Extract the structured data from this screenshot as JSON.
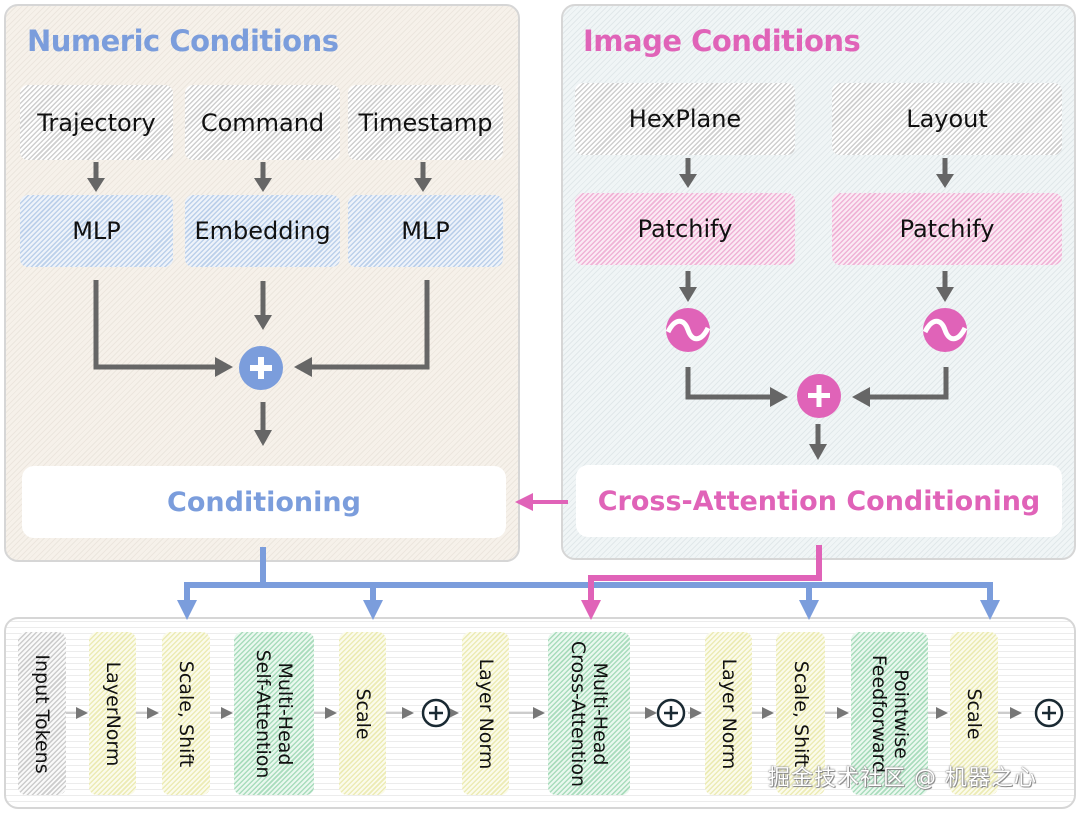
{
  "colors": {
    "numeric_accent": "#7b9ddc",
    "image_accent": "#e063b8",
    "arrow_gray": "#666666",
    "plus_dark": "#1a2a33"
  },
  "numeric_panel": {
    "title": "Numeric Conditions",
    "inputs": [
      {
        "label": "Trajectory",
        "encoder": "MLP"
      },
      {
        "label": "Command",
        "encoder": "Embedding"
      },
      {
        "label": "Timestamp",
        "encoder": "MLP"
      }
    ],
    "combine_icon": "plus-circle-icon",
    "output": "Conditioning"
  },
  "image_panel": {
    "title": "Image Conditions",
    "inputs": [
      {
        "label": "HexPlane",
        "encoder": "Patchify",
        "activation_icon": "wave-circle-icon"
      },
      {
        "label": "Layout",
        "encoder": "Patchify",
        "activation_icon": "wave-circle-icon"
      }
    ],
    "combine_icon": "plus-circle-icon",
    "output": "Cross-Attention Conditioning"
  },
  "transformer_block": {
    "columns": [
      {
        "label": "Input Tokens",
        "kind": "input"
      },
      {
        "label": "LayerNorm",
        "kind": "norm"
      },
      {
        "label": "Scale, Shift",
        "kind": "modulation",
        "conditioned_by": "Conditioning"
      },
      {
        "label": "Multi-Head\nSelf-Attention",
        "line1": "Multi-Head",
        "line2": "Self-Attention",
        "kind": "attention"
      },
      {
        "label": "Scale",
        "kind": "modulation",
        "conditioned_by": "Conditioning"
      },
      {
        "label": "+",
        "kind": "residual-add"
      },
      {
        "label": "Layer Norm",
        "kind": "norm"
      },
      {
        "label": "Multi-Head\nCross-Attention",
        "line1": "Multi-Head",
        "line2": "Cross-Attention",
        "kind": "attention",
        "conditioned_by": "Cross-Attention Conditioning"
      },
      {
        "label": "+",
        "kind": "residual-add"
      },
      {
        "label": "Layer Norm",
        "kind": "norm"
      },
      {
        "label": "Scale, Shift",
        "kind": "modulation",
        "conditioned_by": "Conditioning"
      },
      {
        "label": "Pointwise\nFeedforward",
        "line1": "Pointwise",
        "line2": "Feedforward",
        "kind": "feedforward"
      },
      {
        "label": "Scale",
        "kind": "modulation",
        "conditioned_by": "Conditioning"
      },
      {
        "label": "+",
        "kind": "residual-add"
      }
    ]
  },
  "watermark": "掘金技术社区 @ 机器之心"
}
